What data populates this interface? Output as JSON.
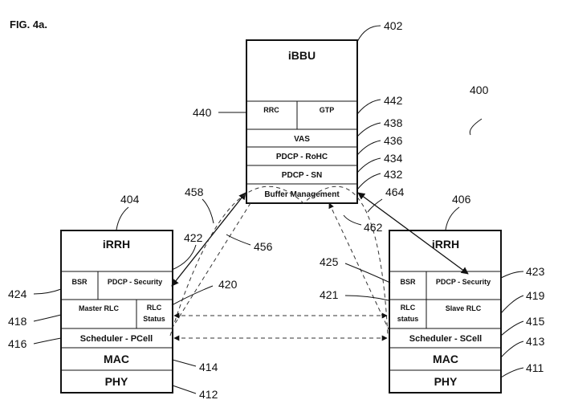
{
  "figure_label": "FIG. 4a.",
  "ibbu": {
    "title": "iBBU",
    "rrc": "RRC",
    "gtp": "GTP",
    "vas": "VAS",
    "pdcp_rohc": "PDCP - RoHC",
    "pdcp_sn": "PDCP - SN",
    "buffer_mgmt": "Buffer Management"
  },
  "irrh_left": {
    "title": "iRRH",
    "bsr": "BSR",
    "pdcp_security": "PDCP - Security",
    "master_rlc": "Master RLC",
    "rlc_status_1": "RLC",
    "rlc_status_2": "Status",
    "scheduler": "Scheduler - PCell",
    "mac": "MAC",
    "phy": "PHY"
  },
  "irrh_right": {
    "title": "iRRH",
    "bsr": "BSR",
    "pdcp_security": "PDCP - Security",
    "rlc_status_1": "RLC",
    "rlc_status_2": "status",
    "slave_rlc": "Slave RLC",
    "scheduler": "Scheduler - SCell",
    "mac": "MAC",
    "phy": "PHY"
  },
  "refs": {
    "r400": "400",
    "r402": "402",
    "r404": "404",
    "r406": "406",
    "r411": "411",
    "r412": "412",
    "r413": "413",
    "r414": "414",
    "r415": "415",
    "r416": "416",
    "r418": "418",
    "r419": "419",
    "r420": "420",
    "r421": "421",
    "r422": "422",
    "r423": "423",
    "r424": "424",
    "r425": "425",
    "r432": "432",
    "r434": "434",
    "r436": "436",
    "r438": "438",
    "r440": "440",
    "r442": "442",
    "r456": "456",
    "r458": "458",
    "r462": "462",
    "r464": "464"
  }
}
